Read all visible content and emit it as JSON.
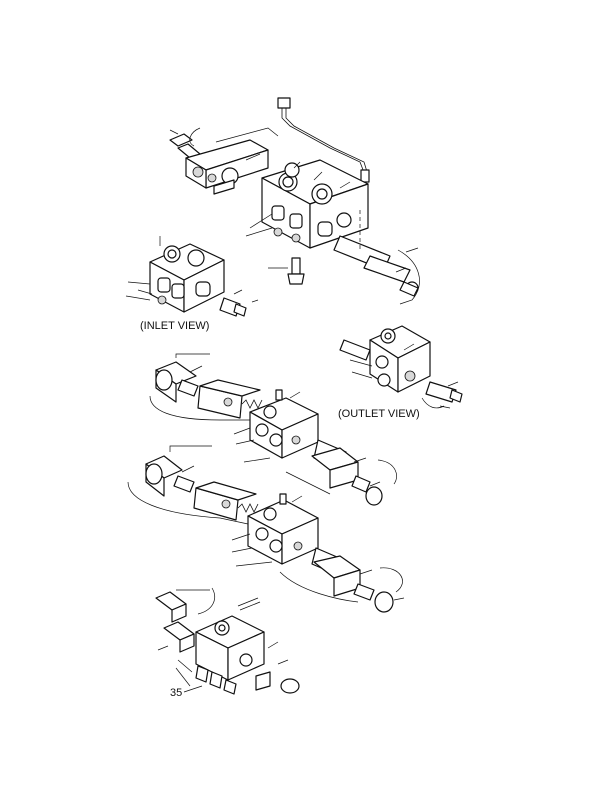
{
  "labels": {
    "inlet_view": "(INLET VIEW)",
    "outlet_view": "(OUTLET VIEW)",
    "figure_number": "35"
  }
}
